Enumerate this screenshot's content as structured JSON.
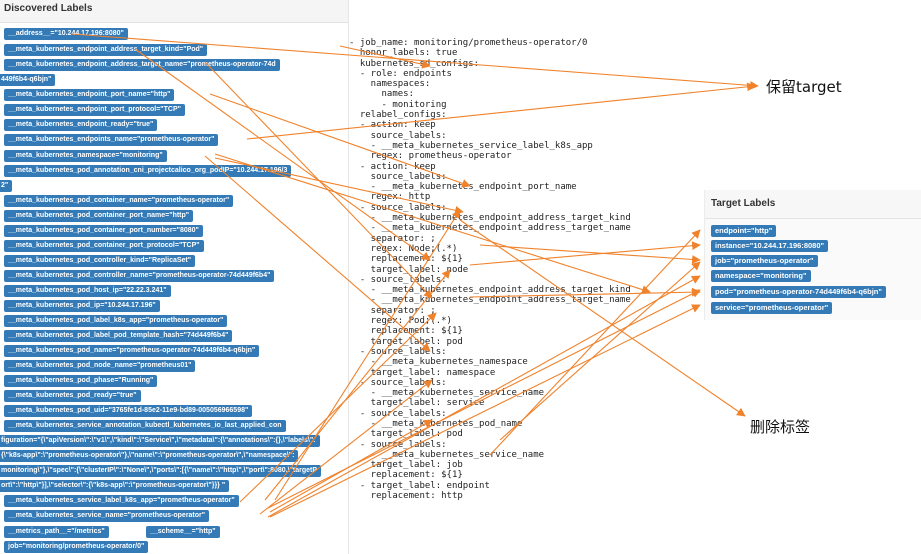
{
  "left_panel": {
    "title": "Discovered Labels",
    "labels": [
      "__address__=\"10.244.17.196:8080\"",
      "__meta_kubernetes_endpoint_address_target_kind=\"Pod\"",
      "__meta_kubernetes_endpoint_address_target_name=\"prometheus-operator-74d",
      "449f6b4-q6bjn\"",
      "__meta_kubernetes_endpoint_port_name=\"http\"",
      "__meta_kubernetes_endpoint_port_protocol=\"TCP\"",
      "__meta_kubernetes_endpoint_ready=\"true\"",
      "__meta_kubernetes_endpoints_name=\"prometheus-operator\"",
      "__meta_kubernetes_namespace=\"monitoring\"",
      "__meta_kubernetes_pod_annotation_cni_projectcalico_org_podIP=\"10.244.17.196/3",
      "2\"",
      "__meta_kubernetes_pod_container_name=\"prometheus-operator\"",
      "__meta_kubernetes_pod_container_port_name=\"http\"",
      "__meta_kubernetes_pod_container_port_number=\"8080\"",
      "__meta_kubernetes_pod_container_port_protocol=\"TCP\"",
      "__meta_kubernetes_pod_controller_kind=\"ReplicaSet\"",
      "__meta_kubernetes_pod_controller_name=\"prometheus-operator-74d449f6b4\"",
      "__meta_kubernetes_pod_host_ip=\"22.22.3.241\"",
      "__meta_kubernetes_pod_ip=\"10.244.17.196\"",
      "__meta_kubernetes_pod_label_k8s_app=\"prometheus-operator\"",
      "__meta_kubernetes_pod_label_pod_template_hash=\"74d449f6b4\"",
      "__meta_kubernetes_pod_name=\"prometheus-operator-74d449f6b4-q6bjn\"",
      "__meta_kubernetes_pod_node_name=\"prometheus01\"",
      "__meta_kubernetes_pod_phase=\"Running\"",
      "__meta_kubernetes_pod_ready=\"true\"",
      "__meta_kubernetes_pod_uid=\"3765fe1d-85e2-11e9-bd89-005056966598\"",
      "__meta_kubernetes_service_annotation_kubectl_kubernetes_io_last_applied_con",
      "figuration=\"{\\\"apiVersion\\\":\\\"v1\\\",\\\"kind\\\":\\\"Service\\\",\\\"metadata\\\":{\\\"annotations\\\":{},\\\"labels\\\":",
      "{\\\"k8s-app\\\":\\\"prometheus-operator\\\"},\\\"name\\\":\\\"prometheus-operator\\\",\\\"namespace\\\":",
      "monitoring\\\"},\\\"spec\\\":{\\\"clusterIP\\\":\\\"None\\\",\\\"ports\\\":[{\\\"name\\\":\\\"http\\\",\\\"port\\\":8080,\\\"targetP",
      "ort\\\":\\\"http\\\"}],\\\"selector\\\":{\\\"k8s-app\\\":\\\"prometheus-operator\\\"}}} \"",
      "__meta_kubernetes_service_label_k8s_app=\"prometheus-operator\"",
      "__meta_kubernetes_service_name=\"prometheus-operator\"",
      "__metrics_path__=\"/metrics\"",
      "__scheme__=\"http\"",
      "job=\"monitoring/prometheus-operator/0\""
    ]
  },
  "yaml": "- job_name: monitoring/prometheus-operator/0\n  honor_labels: true\n  kubernetes_sd_configs:\n  - role: endpoints\n    namespaces:\n      names:\n      - monitoring\n  relabel_configs:\n  - action: keep\n    source_labels:\n    - __meta_kubernetes_service_label_k8s_app\n    regex: prometheus-operator\n  - action: keep\n    source_labels:\n    - __meta_kubernetes_endpoint_port_name\n    regex: http\n  - source_labels:\n    - __meta_kubernetes_endpoint_address_target_kind\n    - __meta_kubernetes_endpoint_address_target_name\n    separator: ;\n    regex: Node;(.*)\n    replacement: ${1}\n    target_label: node\n  - source_labels:\n    - __meta_kubernetes_endpoint_address_target_kind\n    - __meta_kubernetes_endpoint_address_target_name\n    separator: ;\n    regex: Pod;(.*)\n    replacement: ${1}\n    target_label: pod\n  - source_labels:\n    - __meta_kubernetes_namespace\n    target_label: namespace\n  - source_labels:\n    - __meta_kubernetes_service_name\n    target_label: service\n  - source_labels:\n    - __meta_kubernetes_pod_name\n    target_label: pod\n  - source_labels:\n    - __meta_kubernetes_service_name\n    target_label: job\n    replacement: ${1}\n  - target_label: endpoint\n    replacement: http",
  "right_panel": {
    "title": "Target Labels",
    "labels": [
      "endpoint=\"http\"",
      "instance=\"10.244.17.196:8080\"",
      "job=\"prometheus-operator\"",
      "namespace=\"monitoring\"",
      "pod=\"prometheus-operator-74d449f6b4-q6bjn\"",
      "service=\"prometheus-operator\""
    ]
  },
  "annotations": {
    "keep": "保留target",
    "drop": "删除标签"
  },
  "colors": {
    "label_bg": "#337ab7",
    "arrow": "#f0822b"
  }
}
